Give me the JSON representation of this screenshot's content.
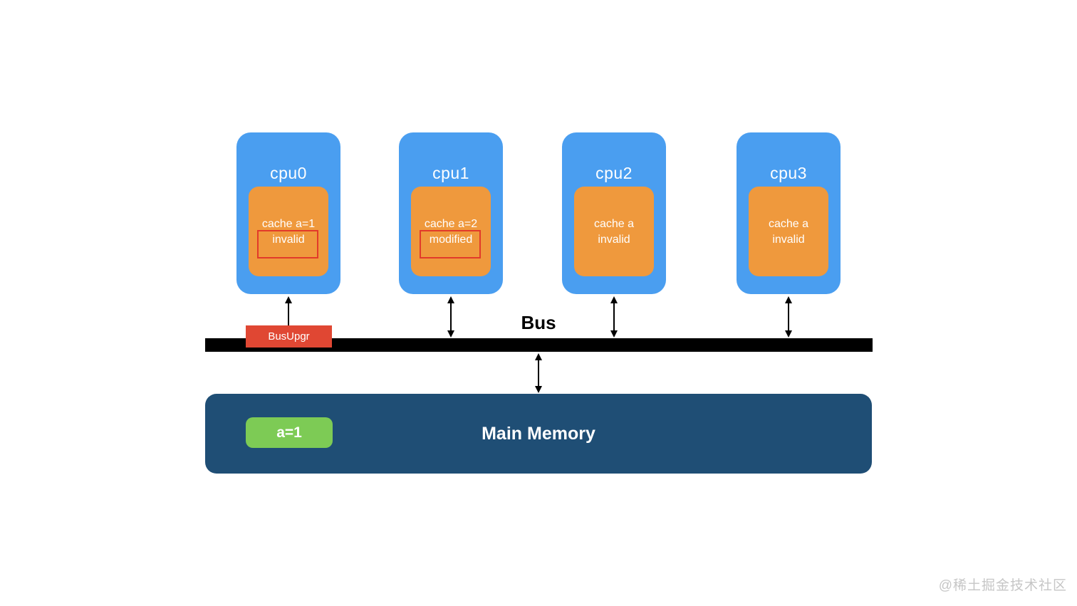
{
  "diagram": {
    "cpus": [
      {
        "label": "cpu0",
        "cache_line1": "cache a=1",
        "cache_line2": "invalid",
        "state_highlighted": true
      },
      {
        "label": "cpu1",
        "cache_line1": "cache a=2",
        "cache_line2": "modified",
        "state_highlighted": true
      },
      {
        "label": "cpu2",
        "cache_line1": "cache a",
        "cache_line2": "invalid",
        "state_highlighted": false
      },
      {
        "label": "cpu3",
        "cache_line1": "cache a",
        "cache_line2": "invalid",
        "state_highlighted": false
      }
    ],
    "bus": {
      "label": "Bus",
      "message": "BusUpgr"
    },
    "memory": {
      "label": "Main Memory",
      "value": "a=1"
    },
    "colors": {
      "cpu_fill": "#4A9EF0",
      "cache_fill": "#EF993D",
      "state_highlight_stroke": "#E23A2A",
      "bus_fill": "#000000",
      "bus_message_fill": "#E04733",
      "memory_fill": "#1F4E75",
      "memory_value_fill": "#7DCB55",
      "text_light": "#FFFFFF",
      "arrow_color": "#000000"
    }
  },
  "watermark": "@稀土掘金技术社区"
}
